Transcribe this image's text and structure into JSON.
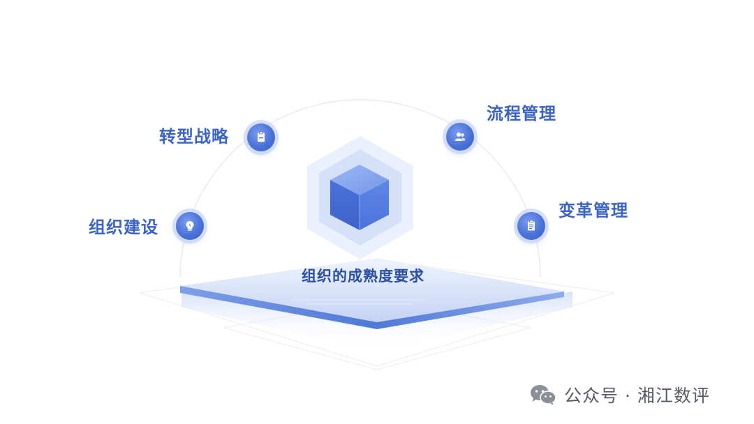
{
  "diagram": {
    "center_title": "组织的成熟度要求",
    "nodes": [
      {
        "id": "strategy",
        "label": "转型战略",
        "icon": "clipboard-icon"
      },
      {
        "id": "process",
        "label": "流程管理",
        "icon": "users-icon"
      },
      {
        "id": "org",
        "label": "组织建设",
        "icon": "lightbulb-icon"
      },
      {
        "id": "change",
        "label": "变革管理",
        "icon": "checklist-icon"
      }
    ]
  },
  "watermark": {
    "text": "公众号 · 湘江数评",
    "icon": "wechat-icon"
  },
  "colors": {
    "accent": "#3b64c8",
    "node_fill": "#4a72d8",
    "platform_edge": "#4f79d8"
  }
}
